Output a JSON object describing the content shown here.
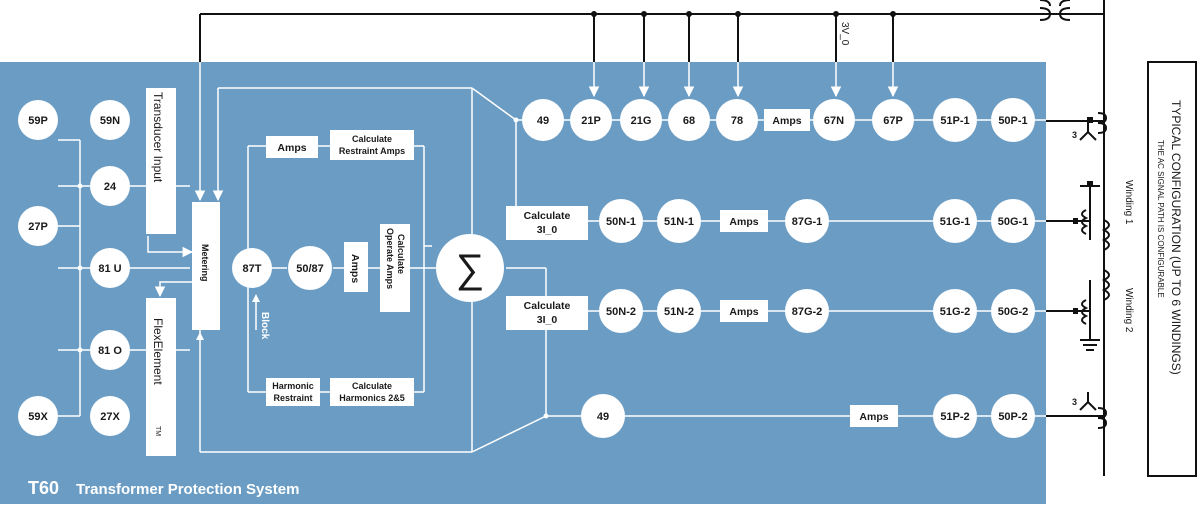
{
  "system": {
    "model": "T60",
    "name": "Transformer Protection System"
  },
  "left_devices": {
    "d59P": "59P",
    "d59N": "59N",
    "d24": "24",
    "d27P": "27P",
    "d81U": "81 U",
    "d81O": "81 O",
    "d59X": "59X",
    "d27X": "27X"
  },
  "left_blocks": {
    "transducer": "Transducer Input",
    "flexelement": "FlexElement",
    "tm": "TM",
    "metering": "Metering"
  },
  "differential": {
    "amps_top": "Amps",
    "calc_restraint_1": "Calculate",
    "calc_restraint_2": "Restraint Amps",
    "node87T": "87T",
    "node5087": "50/87",
    "amps_mid": "Amps",
    "calc_operate_1": "Calculate",
    "calc_operate_2": "Operate Amps",
    "block": "Block",
    "harmonic_1": "Harmonic",
    "harmonic_2": "Restraint",
    "calc_harm_1": "Calculate",
    "calc_harm_2": "Harmonics 2&5",
    "sigma": "∑"
  },
  "row1": {
    "n49": "49",
    "n21P": "21P",
    "n21G": "21G",
    "n68": "68",
    "n78": "78",
    "amps": "Amps",
    "n67N": "67N",
    "n67P": "67P",
    "n51P1": "51P-1",
    "n50P1": "50P-1",
    "v0": "3V_0"
  },
  "row2": {
    "calc_1": "Calculate",
    "calc_2": "3I_0",
    "n50N1": "50N-1",
    "n51N1": "51N-1",
    "amps": "Amps",
    "n87G1": "87G-1",
    "n51G1": "51G-1",
    "n50G1": "50G-1"
  },
  "row3": {
    "calc_1": "Calculate",
    "calc_2": "3I_0",
    "n50N2": "50N-2",
    "n51N2": "51N-2",
    "amps": "Amps",
    "n87G2": "87G-2",
    "n51G2": "51G-2",
    "n50G2": "50G-2"
  },
  "row4": {
    "n49": "49",
    "amps": "Amps",
    "n51P2": "51P-2",
    "n50P2": "50P-2"
  },
  "right": {
    "winding1": "Winding 1",
    "winding2": "Winding 2",
    "ct3a": "3",
    "ct3b": "3",
    "typical_1": "TYPICAL CONFIGURATION (UP TO 6 WINDINGS)",
    "typical_2": "THE AC SIGNAL PATH IS CONFIGURABLE"
  },
  "colors": {
    "panel": "#6a9cc4",
    "node": "#ffffff",
    "line": "#ffffff",
    "wire": "#111111"
  }
}
